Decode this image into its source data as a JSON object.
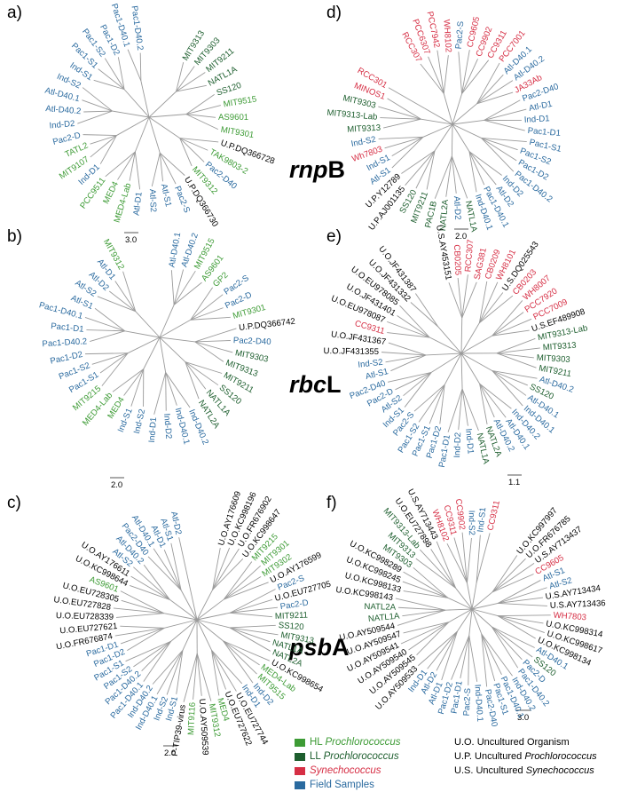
{
  "figure": {
    "colors": {
      "HL": "#3d9b35",
      "LL": "#1d5e2e",
      "syn": "#d62f45",
      "field": "#2a6a9f",
      "unc": "#000000",
      "branch": "#9a9a9a"
    },
    "panels": [
      {
        "letter": "a)",
        "gene_prefix": "rnp",
        "gene_suffix": "B",
        "scale_label": "3.0",
        "leaves": [
          [
            "MIT9313",
            "LL"
          ],
          [
            "MIT9303",
            "LL"
          ],
          [
            "MIT9211",
            "LL"
          ],
          [
            "NATL1A",
            "LL"
          ],
          [
            "SS120",
            "LL"
          ],
          [
            "MIT9515",
            "HL"
          ],
          [
            "AS9601",
            "HL"
          ],
          [
            "MIT9301",
            "HL"
          ],
          [
            "U.P.DQ366728",
            "unc"
          ],
          [
            "TAK9803-2",
            "HL"
          ],
          [
            "Pac2-D40",
            "field"
          ],
          [
            "MIT9312",
            "HL"
          ],
          [
            "U.P.DQ366730",
            "unc"
          ],
          [
            "Pac2-S",
            "field"
          ],
          [
            "Atl-S1",
            "field"
          ],
          [
            "Atl-S2",
            "field"
          ],
          [
            "Atl-D1",
            "field"
          ],
          [
            "MED4-Lab",
            "HL"
          ],
          [
            "MED4",
            "HL"
          ],
          [
            "PCC9511",
            "HL"
          ],
          [
            "Ind-D1",
            "field"
          ],
          [
            "MIT9107",
            "HL"
          ],
          [
            "TATL2",
            "HL"
          ],
          [
            "Pac2-D",
            "field"
          ],
          [
            "Ind-D2",
            "field"
          ],
          [
            "Atl-D40.2",
            "field"
          ],
          [
            "Atl-D40.1",
            "field"
          ],
          [
            "Ind-S2",
            "field"
          ],
          [
            "Ind-S1",
            "field"
          ],
          [
            "Pac1-S1",
            "field"
          ],
          [
            "Pac1-S2",
            "field"
          ],
          [
            "Pac1-D2",
            "field"
          ],
          [
            "Pac1-D40.1",
            "field"
          ],
          [
            "Pac1-D40.2",
            "field"
          ]
        ]
      },
      {
        "letter": "d)",
        "gene_prefix": "",
        "gene_suffix": "",
        "scale_label": "2.0",
        "leaves": [
          [
            "RCC307",
            "syn"
          ],
          [
            "PCC6307",
            "syn"
          ],
          [
            "PCC7942",
            "syn"
          ],
          [
            "WH8102",
            "syn"
          ],
          [
            "Pac2-S",
            "field"
          ],
          [
            "CC9605",
            "syn"
          ],
          [
            "CC9902",
            "syn"
          ],
          [
            "CC9311",
            "syn"
          ],
          [
            "PCC7001",
            "syn"
          ],
          [
            "Atl-D40.1",
            "field"
          ],
          [
            "Atl-D40.2",
            "field"
          ],
          [
            "JA33Ab",
            "syn"
          ],
          [
            "Pac2-D40",
            "field"
          ],
          [
            "Atl-D1",
            "field"
          ],
          [
            "Ind-D1",
            "field"
          ],
          [
            "Pac1-D1",
            "field"
          ],
          [
            "Pac1-S1",
            "field"
          ],
          [
            "Pac1-S2",
            "field"
          ],
          [
            "Pac1-D2",
            "field"
          ],
          [
            "Pac1-D40.2",
            "field"
          ],
          [
            "Ind-D2",
            "field"
          ],
          [
            "Atl-D2",
            "field"
          ],
          [
            "Pac1-D40.1",
            "field"
          ],
          [
            "Ind-D40.1",
            "field"
          ],
          [
            "NATL1A",
            "LL"
          ],
          [
            "Atl-D2",
            "field"
          ],
          [
            "NATL2A",
            "LL"
          ],
          [
            "PAC1B",
            "LL"
          ],
          [
            "MIT9211",
            "LL"
          ],
          [
            "SS120",
            "LL"
          ],
          [
            "U.P.AJ001135",
            "unc"
          ],
          [
            "U.P.Y12789",
            "unc"
          ],
          [
            "Atl-S1",
            "field"
          ],
          [
            "Ind-S1",
            "field"
          ],
          [
            "Wh7803",
            "syn"
          ],
          [
            "Ind-S2",
            "field"
          ],
          [
            "MIT9313",
            "LL"
          ],
          [
            "MIT9313-Lab",
            "LL"
          ],
          [
            "MIT9303",
            "LL"
          ],
          [
            "MINOS1",
            "syn"
          ],
          [
            "RCC301",
            "syn"
          ]
        ]
      },
      {
        "letter": "b)",
        "gene_prefix": "rbc",
        "gene_suffix": "L",
        "scale_label": "2.0",
        "leaves": [
          [
            "Atl-D40.1",
            "field"
          ],
          [
            "Atl-D40.2",
            "field"
          ],
          [
            "MIT9515",
            "HL"
          ],
          [
            "AS9601",
            "HL"
          ],
          [
            "GP2",
            "HL"
          ],
          [
            "Pac2-S",
            "field"
          ],
          [
            "Pac2-D",
            "field"
          ],
          [
            "MIT9301",
            "HL"
          ],
          [
            "U.P.DQ366742",
            "unc"
          ],
          [
            "Pac2-D40",
            "field"
          ],
          [
            "MIT9303",
            "LL"
          ],
          [
            "MIT9313",
            "LL"
          ],
          [
            "MIT9211",
            "LL"
          ],
          [
            "SS120",
            "LL"
          ],
          [
            "NATL1A",
            "LL"
          ],
          [
            "NATL2A",
            "LL"
          ],
          [
            "Ind-D40.2",
            "field"
          ],
          [
            "Ind-D40.1",
            "field"
          ],
          [
            "Ind-D2",
            "field"
          ],
          [
            "Ind-D1",
            "field"
          ],
          [
            "Ind-S2",
            "field"
          ],
          [
            "Ind-S1",
            "field"
          ],
          [
            "MED4",
            "HL"
          ],
          [
            "MED4-Lab",
            "HL"
          ],
          [
            "MIT9215",
            "HL"
          ],
          [
            "Pac1-S1",
            "field"
          ],
          [
            "Pac1-S2",
            "field"
          ],
          [
            "Pac1-D2",
            "field"
          ],
          [
            "Pac1-D40.2",
            "field"
          ],
          [
            "Pac1-D1",
            "field"
          ],
          [
            "Pac1-D40.1",
            "field"
          ],
          [
            "Atl-S1",
            "field"
          ],
          [
            "Atl-S2",
            "field"
          ],
          [
            "Atl-D2",
            "field"
          ],
          [
            "Atl-D1",
            "field"
          ],
          [
            "MIT9312",
            "HL"
          ]
        ]
      },
      {
        "letter": "e)",
        "gene_prefix": "",
        "gene_suffix": "",
        "scale_label": "1.1",
        "leaves": [
          [
            "U.S.AY453151",
            "unc"
          ],
          [
            "CB0205",
            "syn"
          ],
          [
            "RCC307",
            "syn"
          ],
          [
            "SAG381",
            "syn"
          ],
          [
            "CB0209",
            "syn"
          ],
          [
            "WH8101",
            "syn"
          ],
          [
            "U.S.DQ025543",
            "unc"
          ],
          [
            "CB0203",
            "syn"
          ],
          [
            "WH8007",
            "syn"
          ],
          [
            "PCC7920",
            "syn"
          ],
          [
            "PCC7009",
            "syn"
          ],
          [
            "U.S.EF489908",
            "unc"
          ],
          [
            "MIT9313-Lab",
            "LL"
          ],
          [
            "MIT9313",
            "LL"
          ],
          [
            "MIT9303",
            "LL"
          ],
          [
            "MIT9211",
            "LL"
          ],
          [
            "Atl-D40.2",
            "field"
          ],
          [
            "SS120",
            "LL"
          ],
          [
            "Atl-D40.1",
            "field"
          ],
          [
            "Ind-D40.1",
            "field"
          ],
          [
            "Ind-D40.2",
            "field"
          ],
          [
            "Atl-D40.1",
            "field"
          ],
          [
            "Atl-D40.2",
            "field"
          ],
          [
            "NATL2A",
            "LL"
          ],
          [
            "NATL1A",
            "LL"
          ],
          [
            "Ind-D1",
            "field"
          ],
          [
            "Ind-D2",
            "field"
          ],
          [
            "Pac1-D1",
            "field"
          ],
          [
            "Pac1-D2",
            "field"
          ],
          [
            "Pac1-S1",
            "field"
          ],
          [
            "Pac1-S2",
            "field"
          ],
          [
            "Pac2-S",
            "field"
          ],
          [
            "Ind-S1",
            "field"
          ],
          [
            "Atl-S2",
            "field"
          ],
          [
            "Pac2-D",
            "field"
          ],
          [
            "Pac2-D40",
            "field"
          ],
          [
            "Atl-S1",
            "field"
          ],
          [
            "Ind-S2",
            "field"
          ],
          [
            "U.O.JF431355",
            "unc"
          ],
          [
            "U.O.JF431367",
            "unc"
          ],
          [
            "CC9311",
            "syn"
          ],
          [
            "U.O.EU978087",
            "unc"
          ],
          [
            "U.O.JF431401",
            "unc"
          ],
          [
            "U.O.EU978085",
            "unc"
          ],
          [
            "U.O.JF431332",
            "unc"
          ],
          [
            "U.O.JF431387",
            "unc"
          ]
        ]
      },
      {
        "letter": "c)",
        "gene_prefix": "psb",
        "gene_suffix": "A",
        "scale_label": "2.0",
        "leaves": [
          [
            "U.O.AY176609",
            "unc"
          ],
          [
            "U.O.KC998196",
            "unc"
          ],
          [
            "U.O.FR676902",
            "unc"
          ],
          [
            "U.O.KC998647",
            "unc"
          ],
          [
            "MIT9215",
            "HL"
          ],
          [
            "MIT9301",
            "HL"
          ],
          [
            "MIT9302",
            "HL"
          ],
          [
            "U.O.AY176599",
            "unc"
          ],
          [
            "Pac2-S",
            "field"
          ],
          [
            "U.O.EU727705",
            "unc"
          ],
          [
            "Pac2-D",
            "field"
          ],
          [
            "MIT9211",
            "LL"
          ],
          [
            "SS120",
            "LL"
          ],
          [
            "MIT9313",
            "LL"
          ],
          [
            "NATL1A",
            "LL"
          ],
          [
            "NATL2A",
            "LL"
          ],
          [
            "U.O.KC998654",
            "unc"
          ],
          [
            "MED4-Lab",
            "HL"
          ],
          [
            "MIT9515",
            "HL"
          ],
          [
            "Ind-D2",
            "field"
          ],
          [
            "Ind-D1",
            "field"
          ],
          [
            "U.O.EU727744",
            "unc"
          ],
          [
            "U.O.EU727622",
            "unc"
          ],
          [
            "MED4",
            "HL"
          ],
          [
            "MIT9312",
            "HL"
          ],
          [
            "U.O.AY509539",
            "unc"
          ],
          [
            "MIT9116",
            "HL"
          ],
          [
            "P-TIP39-virus",
            "unc"
          ],
          [
            "Ind-S1",
            "field"
          ],
          [
            "Ind-S2",
            "field"
          ],
          [
            "Ind-D40.1",
            "field"
          ],
          [
            "Ind-D40.2",
            "field"
          ],
          [
            "Pac1-D40.1",
            "field"
          ],
          [
            "Pac1-D40.2",
            "field"
          ],
          [
            "Pac1-S2",
            "field"
          ],
          [
            "Pac1-S1",
            "field"
          ],
          [
            "Pac1-D2",
            "field"
          ],
          [
            "Pac1-D1",
            "field"
          ],
          [
            "U.O.FR676874",
            "unc"
          ],
          [
            "U.O.EU727621",
            "unc"
          ],
          [
            "U.O.EU728339",
            "unc"
          ],
          [
            "U.O.EU727828",
            "unc"
          ],
          [
            "U.O.EU728305",
            "unc"
          ],
          [
            "AS9601",
            "HL"
          ],
          [
            "U.O.KC998644",
            "unc"
          ],
          [
            "U.O.AY176611",
            "unc"
          ],
          [
            "Atl-S2",
            "field"
          ],
          [
            "Atl-D40.2",
            "field"
          ],
          [
            "Pac2-D40",
            "field"
          ],
          [
            "Atl-D40.1",
            "field"
          ],
          [
            "Atl-D1",
            "field"
          ],
          [
            "Atl-S1",
            "field"
          ],
          [
            "Atl-D2",
            "field"
          ]
        ]
      },
      {
        "letter": "f)",
        "gene_prefix": "",
        "gene_suffix": "",
        "scale_label": "3.0",
        "leaves": [
          [
            "U.O.KC997997",
            "unc"
          ],
          [
            "U.O.FR676785",
            "unc"
          ],
          [
            "U.S.AY713437",
            "unc"
          ],
          [
            "CC9605",
            "syn"
          ],
          [
            "Atl-S1",
            "field"
          ],
          [
            "Atl-S2",
            "field"
          ],
          [
            "U.S.AY713434",
            "unc"
          ],
          [
            "U.S.AY713436",
            "unc"
          ],
          [
            "WH7803",
            "syn"
          ],
          [
            "U.O.KC998314",
            "unc"
          ],
          [
            "U.O.KC998617",
            "unc"
          ],
          [
            "U.O.KC998134",
            "unc"
          ],
          [
            "Atl-D40.1",
            "field"
          ],
          [
            "SS120",
            "LL"
          ],
          [
            "Pac2-D",
            "field"
          ],
          [
            "Pac1-D40.2",
            "field"
          ],
          [
            "Ind-D40.2",
            "field"
          ],
          [
            "Pac1-D40.1",
            "field"
          ],
          [
            "Pac1-S1",
            "field"
          ],
          [
            "Pac2-D40",
            "field"
          ],
          [
            "Ind-D40.1",
            "field"
          ],
          [
            "Pac2-S",
            "field"
          ],
          [
            "Pac1-D1",
            "field"
          ],
          [
            "Pac1-D2",
            "field"
          ],
          [
            "Atl-D1",
            "field"
          ],
          [
            "Atl-D2",
            "field"
          ],
          [
            "Ind-D1",
            "field"
          ],
          [
            "U.O.AY509533",
            "unc"
          ],
          [
            "U.O.AY509545",
            "unc"
          ],
          [
            "U.O.AY509540",
            "unc"
          ],
          [
            "U.O.AY509541",
            "unc"
          ],
          [
            "U.O.AY509547",
            "unc"
          ],
          [
            "U.O.AY509544",
            "unc"
          ],
          [
            "NATL1A",
            "LL"
          ],
          [
            "NATL2A",
            "LL"
          ],
          [
            "U.O.KC998143",
            "unc"
          ],
          [
            "U.O.KC998133",
            "unc"
          ],
          [
            "U.O.KC998245",
            "unc"
          ],
          [
            "U.O.KC998289",
            "unc"
          ],
          [
            "MIT9303",
            "LL"
          ],
          [
            "MIT9313",
            "LL"
          ],
          [
            "MIT9313-Lab",
            "LL"
          ],
          [
            "U.O.EU727898",
            "unc"
          ],
          [
            "U.S.AY713443",
            "unc"
          ],
          [
            "WH8102",
            "syn"
          ],
          [
            "CC9311",
            "syn"
          ],
          [
            "CC9902",
            "syn"
          ],
          [
            "Ind-S2",
            "field"
          ],
          [
            "Ind-S1",
            "field"
          ],
          [
            "CC9311",
            "syn"
          ]
        ]
      }
    ]
  },
  "legend": {
    "items": [
      {
        "key": "HL",
        "prefix": "HL ",
        "italic": "Prochlorococcus",
        "color": "#3d9b35"
      },
      {
        "key": "LL",
        "prefix": "LL ",
        "italic": "Prochlorococcus",
        "color": "#1d5e2e"
      },
      {
        "key": "syn",
        "prefix": "",
        "italic": "Synechococcus",
        "color": "#d62f45"
      },
      {
        "key": "field",
        "prefix": "Field Samples",
        "italic": "",
        "color": "#2a6a9f"
      }
    ]
  },
  "abbreviations": [
    {
      "code": "U.O.",
      "text": "Uncultured Organism",
      "italic": ""
    },
    {
      "code": "U.P.",
      "text": "Uncultured ",
      "italic": "Prochlorococcus"
    },
    {
      "code": "U.S.",
      "text": "Uncultured ",
      "italic": "Synechococcus"
    }
  ]
}
